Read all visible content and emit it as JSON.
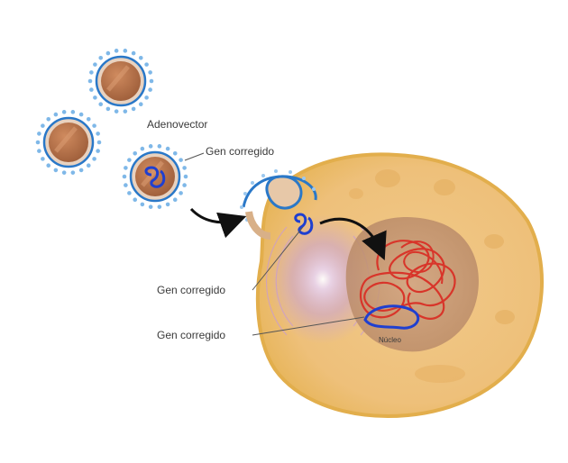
{
  "labels": {
    "adenovector": "Adenovector",
    "gene_top": "Gen corregido",
    "gene_middle": "Gen corregido",
    "gene_bottom": "Gen corregido",
    "nucleus": "Núcleo"
  },
  "colors": {
    "cell_fill": "#f0c478",
    "cell_edge": "#e8b54a",
    "cytoplasm_glow": "#c9a3d6",
    "nucleus_fill": "#c89a78",
    "virus_core": "#b9764e",
    "virus_ring": "#2a78c8",
    "virus_dots": "#7fb8e8",
    "gene_blue": "#1f3fd0",
    "gene_red": "#d8352a",
    "arrow": "#111111"
  },
  "icons": [
    "adenovirus-particle",
    "curved-arrow",
    "dna-strand"
  ]
}
